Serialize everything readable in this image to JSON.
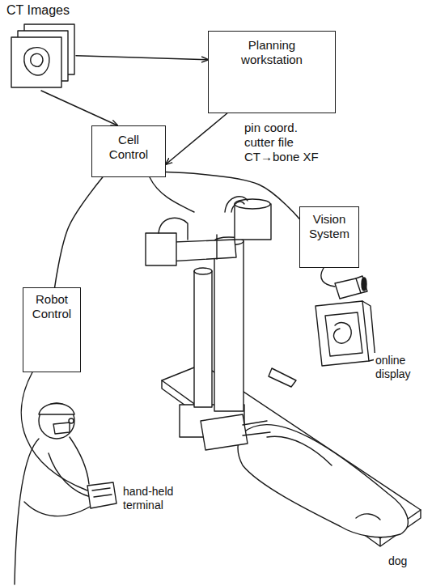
{
  "diagram": {
    "nodes": [
      {
        "text": [
          "CT Images"
        ]
      },
      {
        "text": [
          "Planning workstation"
        ]
      },
      {
        "text": [
          "Cell Control"
        ]
      },
      {
        "text": [
          "Vision System"
        ]
      },
      {
        "text": [
          "Robot Control"
        ]
      }
    ],
    "edges": [
      {
        "from": 0,
        "to": 1,
        "arrow": "to"
      },
      {
        "from": 0,
        "to": 2,
        "arrow": "to"
      },
      {
        "from": 1,
        "to": 2,
        "label": "pin coord. cutter file CT→bone XF",
        "arrow": "to"
      },
      {
        "from": 2,
        "to": 3,
        "arrow": "none"
      },
      {
        "from": 2,
        "to": 4,
        "arrow": "none"
      }
    ],
    "labels": [
      "online display",
      "hand-held terminal",
      "dog"
    ]
  }
}
